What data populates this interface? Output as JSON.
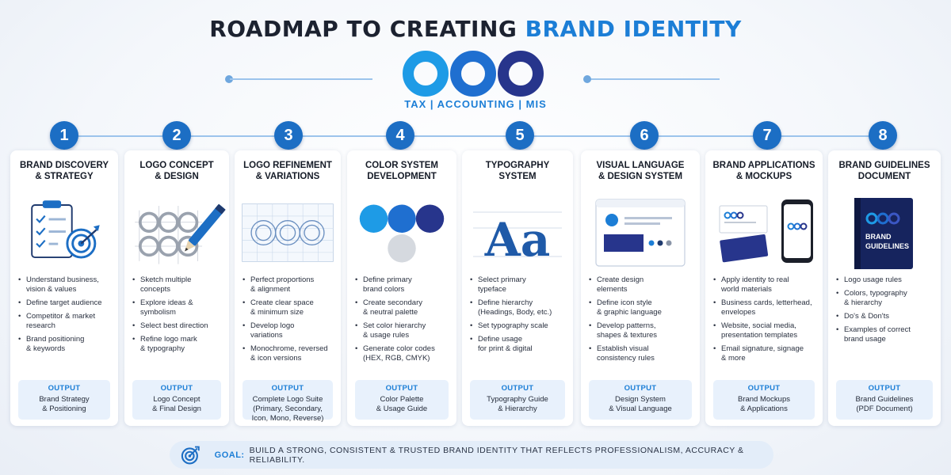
{
  "header": {
    "title_main": "ROADMAP TO CREATING",
    "title_accent": "BRAND IDENTITY",
    "tagline": "TAX | ACCOUNTING | MIS"
  },
  "colors": {
    "primary": "#1c7ed6",
    "dark_blue": "#1c6ec4",
    "navy": "#27358c",
    "light_bg": "#e8f1fc"
  },
  "steps": [
    {
      "number": "1",
      "title": [
        "BRAND DISCOVERY",
        "& STRATEGY"
      ],
      "icon": "clipboard-target-icon",
      "bullets": [
        [
          "Understand business,",
          "vision & values"
        ],
        [
          "Define target audience"
        ],
        [
          "Competitor & market",
          "research"
        ],
        [
          "Brand positioning",
          "& keywords"
        ]
      ],
      "output_label": "OUTPUT",
      "output": [
        "Brand Strategy",
        "& Positioning"
      ]
    },
    {
      "number": "2",
      "title": [
        "LOGO CONCEPT",
        "& DESIGN"
      ],
      "icon": "sketch-pencil-icon",
      "bullets": [
        [
          "Sketch multiple",
          "concepts"
        ],
        [
          "Explore ideas &",
          "symbolism"
        ],
        [
          "Select best direction"
        ],
        [
          "Refine logo mark",
          "& typography"
        ]
      ],
      "output_label": "OUTPUT",
      "output": [
        "Logo Concept",
        "& Final Design"
      ]
    },
    {
      "number": "3",
      "title": [
        "LOGO REFINEMENT",
        "& VARIATIONS"
      ],
      "icon": "grid-construction-icon",
      "bullets": [
        [
          "Perfect proportions",
          "& alignment"
        ],
        [
          "Create clear space",
          "& minimum size"
        ],
        [
          "Develop logo",
          "variations"
        ],
        [
          "Monochrome, reversed",
          "& icon versions"
        ]
      ],
      "output_label": "OUTPUT",
      "output": [
        "Complete Logo Suite",
        "(Primary, Secondary,",
        "Icon, Mono, Reverse)"
      ]
    },
    {
      "number": "4",
      "title": [
        "COLOR SYSTEM",
        "DEVELOPMENT"
      ],
      "icon": "color-swatches-icon",
      "bullets": [
        [
          "Define primary",
          "brand colors"
        ],
        [
          "Create secondary",
          "& neutral palette"
        ],
        [
          "Set color hierarchy",
          "& usage rules"
        ],
        [
          "Generate color codes",
          "(HEX, RGB, CMYK)"
        ]
      ],
      "output_label": "OUTPUT",
      "output": [
        "Color Palette",
        "& Usage Guide"
      ]
    },
    {
      "number": "5",
      "title": [
        "TYPOGRAPHY",
        "SYSTEM"
      ],
      "icon": "typography-icon",
      "glyph": "Aa",
      "bullets": [
        [
          "Select primary",
          "typeface"
        ],
        [
          "Define hierarchy",
          "(Headings, Body, etc.)"
        ],
        [
          "Set typography scale"
        ],
        [
          "Define usage",
          "for print & digital"
        ]
      ],
      "output_label": "OUTPUT",
      "output": [
        "Typography Guide",
        "& Hierarchy"
      ]
    },
    {
      "number": "6",
      "title": [
        "VISUAL LANGUAGE",
        "& DESIGN SYSTEM"
      ],
      "icon": "layout-icon",
      "bullets": [
        [
          "Create design",
          "elements"
        ],
        [
          "Define icon style",
          "& graphic language"
        ],
        [
          "Develop patterns,",
          "shapes & textures"
        ],
        [
          "Establish visual",
          "consistency rules"
        ]
      ],
      "output_label": "OUTPUT",
      "output": [
        "Design System",
        "& Visual Language"
      ]
    },
    {
      "number": "7",
      "title": [
        "BRAND APPLICATIONS",
        "& MOCKUPS"
      ],
      "icon": "mockup-devices-icon",
      "bullets": [
        [
          "Apply identity to real",
          "world materials"
        ],
        [
          "Business cards, letterhead,",
          "envelopes"
        ],
        [
          "Website, social media,",
          "presentation templates"
        ],
        [
          "Email signature, signage",
          "& more"
        ]
      ],
      "output_label": "OUTPUT",
      "output": [
        "Brand Mockups",
        "& Applications"
      ]
    },
    {
      "number": "8",
      "title": [
        "BRAND GUIDELINES",
        "DOCUMENT"
      ],
      "icon": "guidelines-book-icon",
      "book_text": [
        "BRAND",
        "GUIDELINES"
      ],
      "bullets": [
        [
          "Logo usage rules"
        ],
        [
          "Colors, typography",
          "& hierarchy"
        ],
        [
          "Do's & Don'ts"
        ],
        [
          "Examples of correct",
          "brand usage"
        ]
      ],
      "output_label": "OUTPUT",
      "output": [
        "Brand Guidelines",
        "(PDF Document)"
      ]
    }
  ],
  "goal": {
    "label": "GOAL:",
    "text": "BUILD A STRONG, CONSISTENT & TRUSTED BRAND IDENTITY THAT REFLECTS PROFESSIONALISM, ACCURACY & RELIABILITY."
  }
}
